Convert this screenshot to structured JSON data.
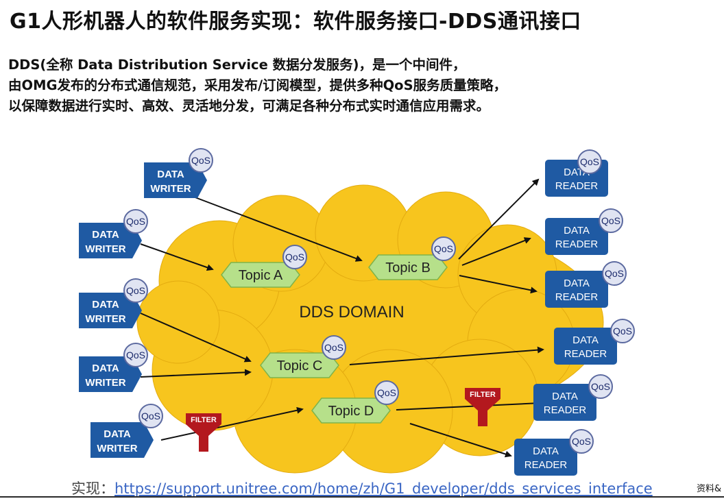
{
  "title": "G1人形机器人的软件服务实现：软件服务接口-DDS通讯接口",
  "description": [
    "DDS(全称 Data Distribution Service 数据分发服务)，是一个中间件，",
    "由OMG发布的分布式通信规范，采用发布/订阅模型，提供多种QoS服务质量策略，",
    "以保障数据进行实时、高效、灵活地分发，可满足各种分布式实时通信应用需求。"
  ],
  "diagram": {
    "domain_label": "DDS DOMAIN",
    "qos_label": "QoS",
    "filter_label": "FILTER",
    "writer_label": [
      "DATA",
      "WRITER"
    ],
    "reader_label": [
      "DATA",
      "READER"
    ],
    "topics": [
      "Topic A",
      "Topic B",
      "Topic C",
      "Topic D"
    ],
    "colors": {
      "cloud": "#f7c51e",
      "box": "#1f5aa3",
      "topic": "#b6e08a",
      "filter": "#b3181e",
      "qos": "#e0e4f2"
    }
  },
  "footer": {
    "label": "实现：",
    "link": "https://support.unitree.com/home/zh/G1_developer/dds_services_interface",
    "note": "资料&"
  }
}
